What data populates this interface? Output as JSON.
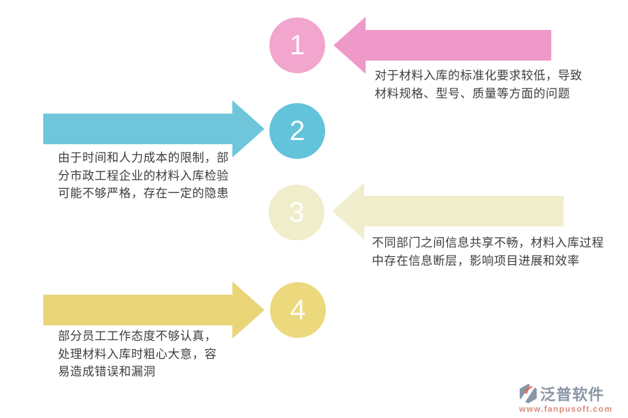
{
  "page": {
    "background": "#ffffff",
    "text_color": "#3d3d3d",
    "type": "process-problem-diagram"
  },
  "steps": [
    {
      "number": "1",
      "side": "right",
      "circle_color": "#f2a5cd",
      "arrow_color": "#ef99c8",
      "arrow_direction": "left",
      "text": "对于材料入库的标准化要求较低，导致\n材料规格、型号、质量等方面的问题"
    },
    {
      "number": "2",
      "side": "left",
      "circle_color": "#63c3da",
      "arrow_color": "#6fc6da",
      "arrow_direction": "right",
      "text": "由于时间和人力成本的限制，部\n分市政工程企业的材料入库检验\n可能不够严格，存在一定的隐患"
    },
    {
      "number": "3",
      "side": "right",
      "circle_color": "#efedca",
      "arrow_color": "#f0eecd",
      "arrow_direction": "left",
      "text": "不同部门之间信息共享不畅，材料入库过程\n中存在信息断层，影响项目进展和效率"
    },
    {
      "number": "4",
      "side": "left",
      "circle_color": "#ecd97e",
      "arrow_color": "#e9d577",
      "arrow_direction": "right",
      "text": "部分员工工作态度不够认真，\n处理材料入库时粗心大意，容\n易造成错误和漏洞"
    }
  ],
  "logo": {
    "brand": "泛普软件",
    "website": "www.fanpusoft.com",
    "brand_color": "#8a96a6",
    "website_color": "#d98b79",
    "icon": "fanpu-logo-icon"
  }
}
